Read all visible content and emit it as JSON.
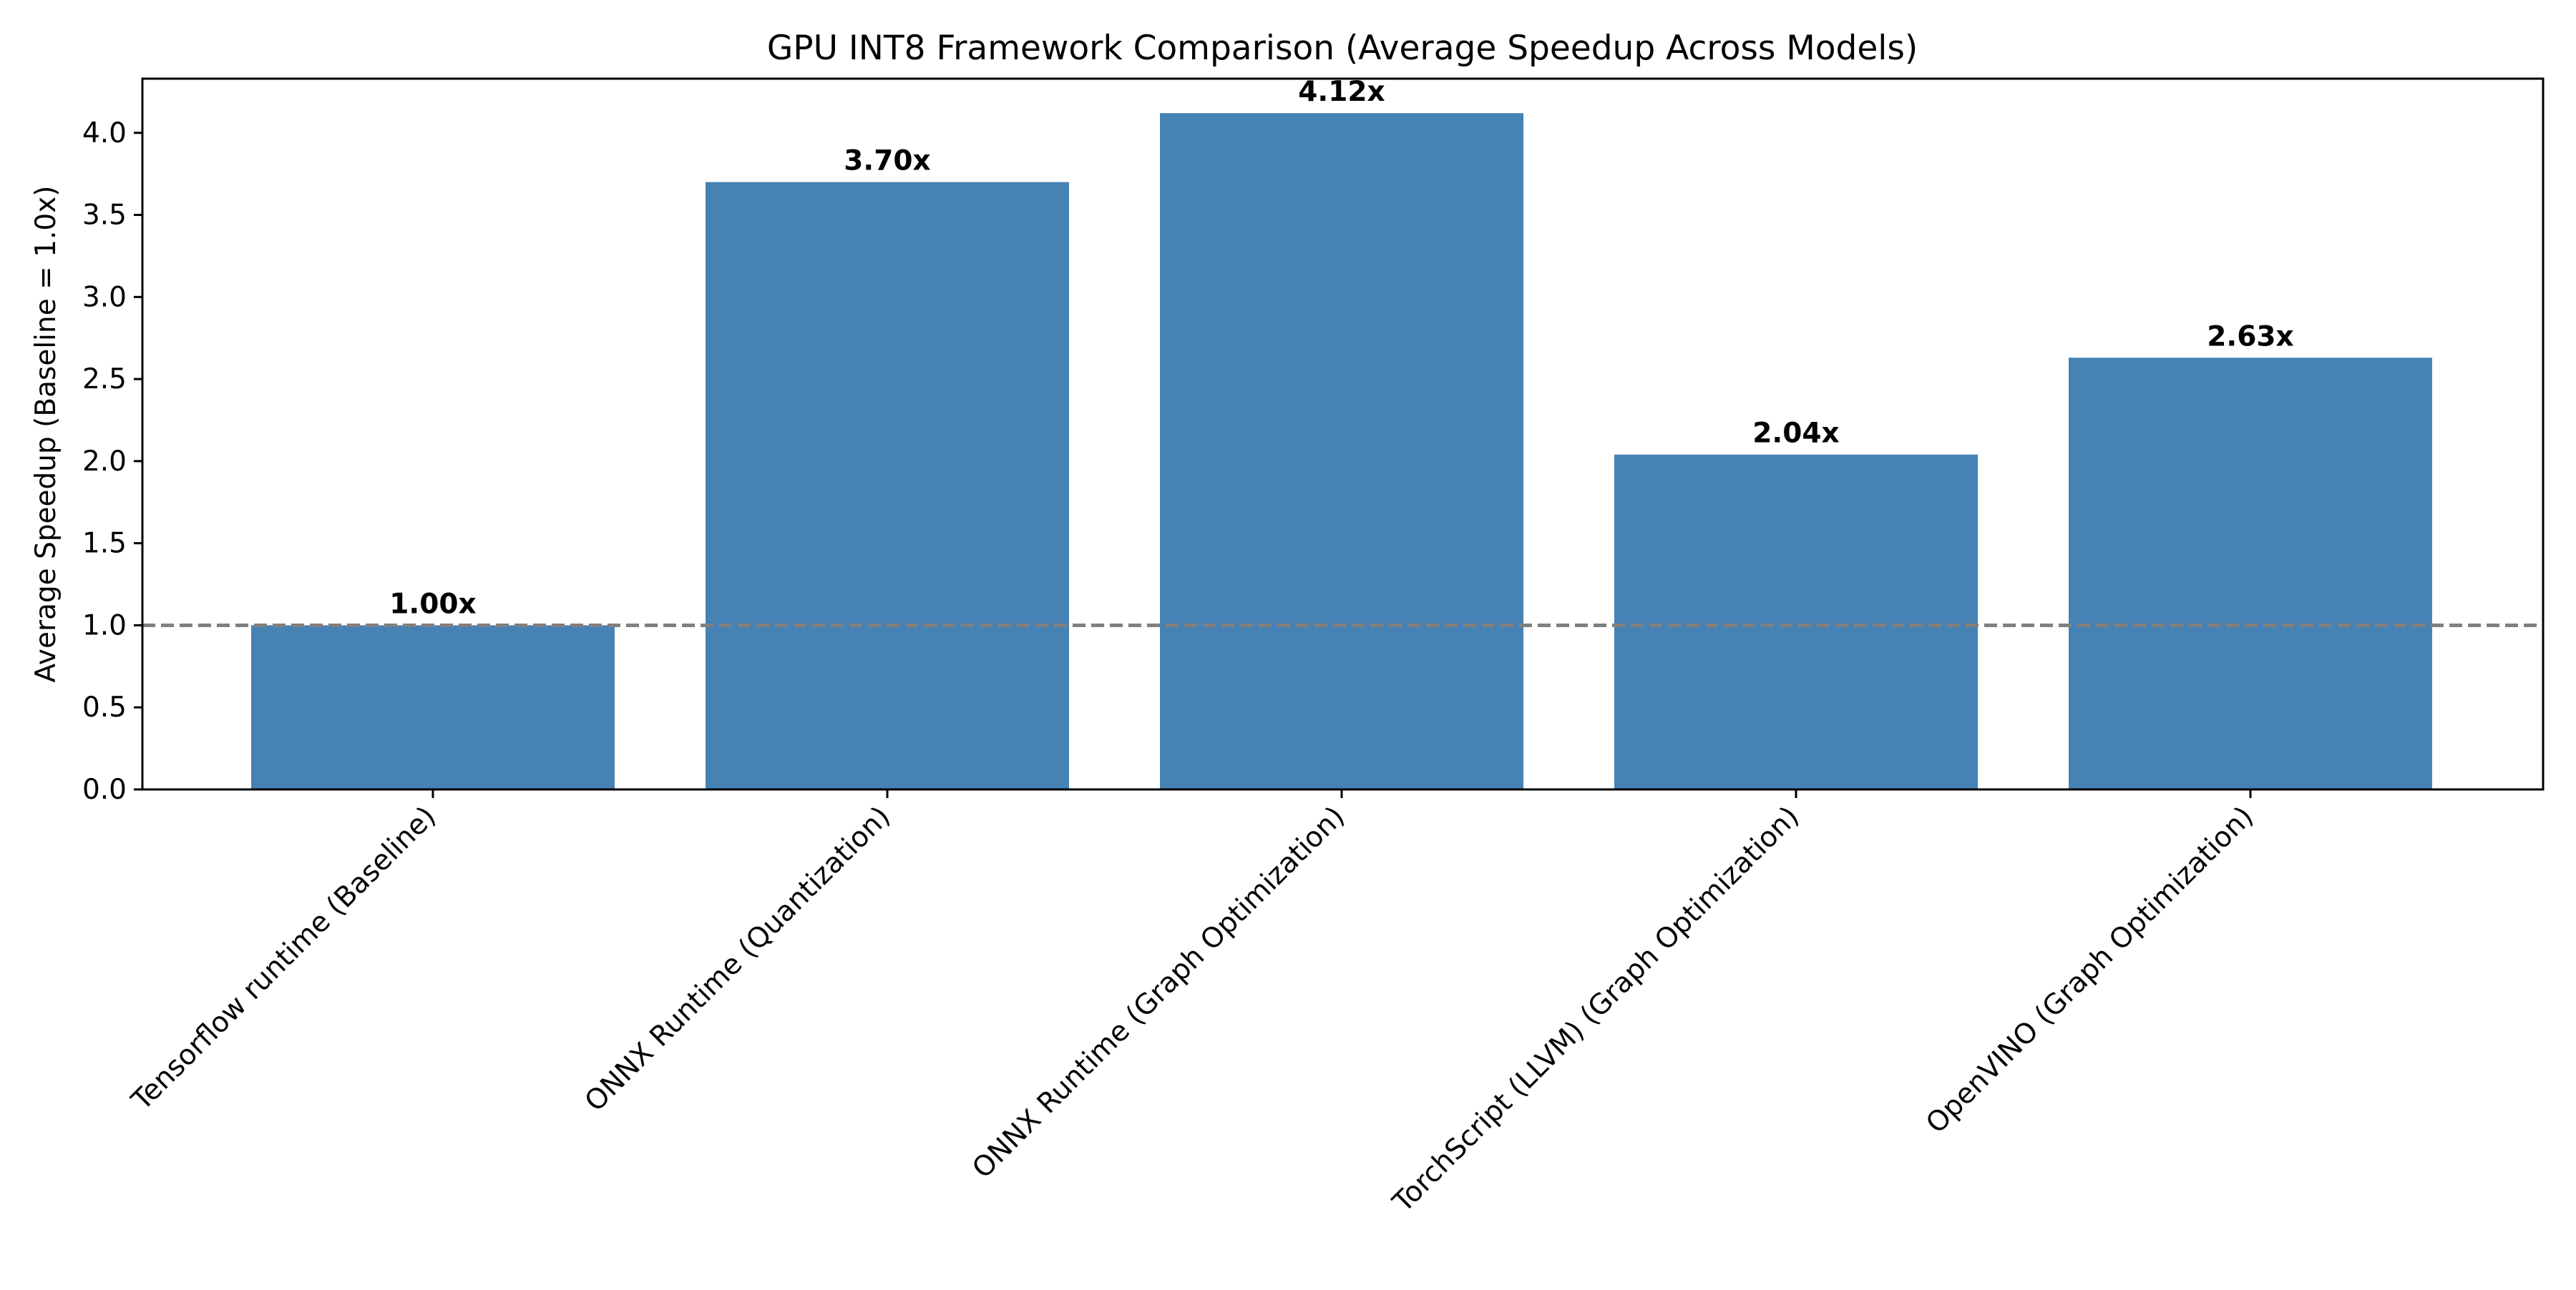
{
  "chart_data": {
    "type": "bar",
    "title": "GPU INT8 Framework Comparison (Average Speedup Across Models)",
    "xlabel": "",
    "ylabel": "Average Speedup (Baseline = 1.0x)",
    "categories": [
      "Tensorflow runtime (Baseline)",
      "ONNX Runtime (Quantization)",
      "ONNX Runtime (Graph Optimization)",
      "TorchScript (LLVM) (Graph Optimization)",
      "OpenVINO (Graph Optimization)"
    ],
    "values": [
      1.0,
      3.7,
      4.12,
      2.04,
      2.63
    ],
    "data_labels": [
      "1.00x",
      "3.70x",
      "4.12x",
      "2.04x",
      "2.63x"
    ],
    "ylim": [
      0,
      4.33
    ],
    "yticks": [
      0.0,
      0.5,
      1.0,
      1.5,
      2.0,
      2.5,
      3.0,
      3.5,
      4.0
    ],
    "ytick_labels": [
      "0.0",
      "0.5",
      "1.0",
      "1.5",
      "2.0",
      "2.5",
      "3.0",
      "3.5",
      "4.0"
    ],
    "reference_line": {
      "y": 1.0,
      "style": "dashed",
      "color": "#808080"
    },
    "bar_color": "#4682b4",
    "grid": false,
    "legend": "none"
  }
}
